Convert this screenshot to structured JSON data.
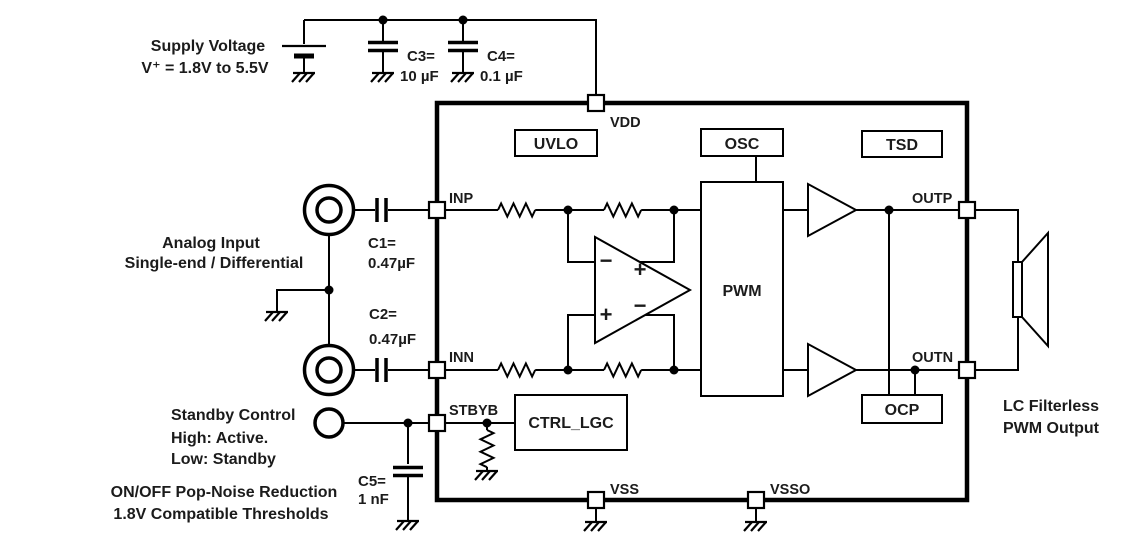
{
  "diagram_type": "circuit-schematic",
  "colors": {
    "line": "#000000",
    "text": "#1b1b1b",
    "background": "#ffffff"
  },
  "supply": {
    "label_line1": "Supply Voltage",
    "label_line2": "V⁺ = 1.8V to 5.5V",
    "c3_name": "C3=",
    "c3_value": "10 µF",
    "c4_name": "C4=",
    "c4_value": "0.1 µF"
  },
  "analog_input": {
    "label_line1": "Analog Input",
    "label_line2": "Single-end / Differential",
    "c1_name": "C1=",
    "c1_value": "0.47µF",
    "c2_name": "C2=",
    "c2_value": "0.47µF"
  },
  "standby": {
    "label_line1": "Standby Control",
    "label_line2": "High: Active.",
    "label_line3": "Low: Standby",
    "note_line1": "ON/OFF Pop-Noise Reduction",
    "note_line2": "1.8V Compatible Thresholds",
    "c5_name": "C5=",
    "c5_value": "1 nF"
  },
  "ic": {
    "pins": {
      "vdd": "VDD",
      "inp": "INP",
      "inn": "INN",
      "stbyb": "STBYB",
      "outp": "OUTP",
      "outn": "OUTN",
      "vss": "VSS",
      "vsso": "VSSO"
    },
    "blocks": {
      "uvlo": "UVLO",
      "osc": "OSC",
      "tsd": "TSD",
      "pwm": "PWM",
      "ocp": "OCP",
      "ctrl_lgc": "CTRL_LGC"
    },
    "opamp": {
      "input_top": "−",
      "output_top": "+",
      "input_bottom": "+",
      "output_bottom": "−"
    }
  },
  "output": {
    "label_line1": "LC Filterless",
    "label_line2": "PWM Output"
  }
}
